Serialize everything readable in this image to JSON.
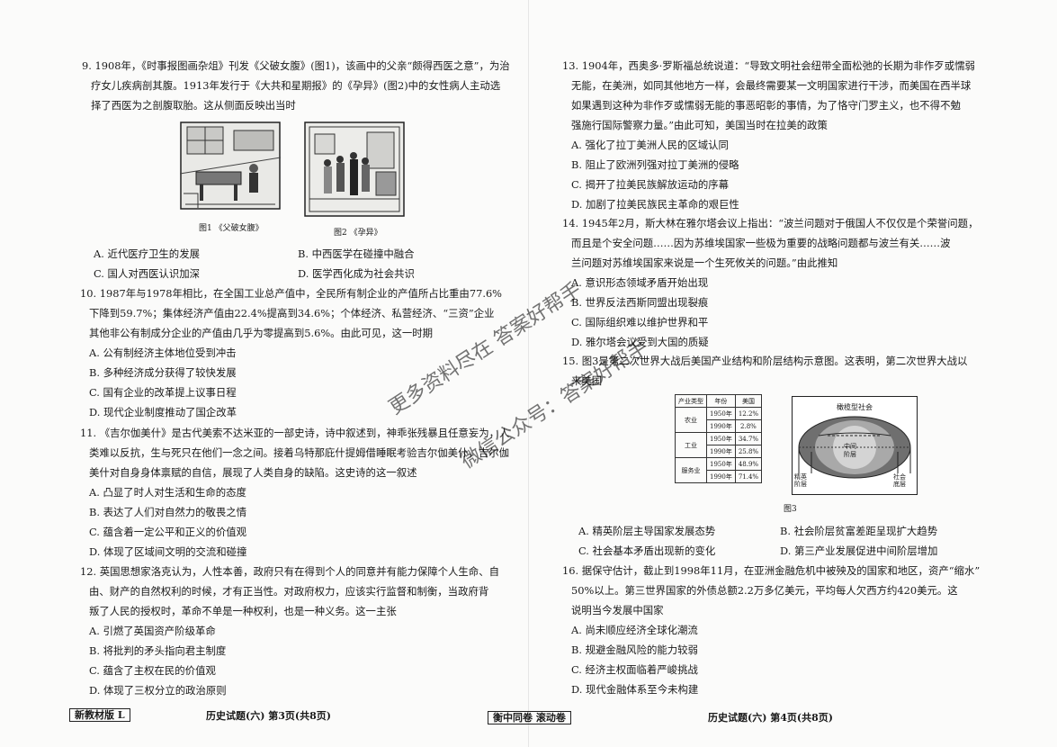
{
  "left": {
    "q9": {
      "lines": [
        "9. 1908年，《时事报图画杂俎》刊发《父破女腹》(图1)，该画中的父亲“颇得西医之意”，为治",
        "疗女儿疾病剖其腹。1913年发行于《大共和星期报》的《孕异》(图2)中的女性病人主动选",
        "择了西医为之剖腹取胎。这从侧面反映出当时"
      ],
      "fig1_caption": "图1 《父破女腹》",
      "fig2_caption": "图2 《孕异》",
      "options": [
        "A. 近代医疗卫生的发展",
        "B. 中西医学在碰撞中融合",
        "C. 国人对西医认识加深",
        "D. 医学西化成为社会共识"
      ]
    },
    "q10": {
      "lines": [
        "10. 1987年与1978年相比，在全国工业总产值中，全民所有制企业的产值所占比重由77.6%",
        "下降到59.7%；集体经济产值由22.4%提高到34.6%；个体经济、私营经济、“三资”企业",
        "其他非公有制成分企业的产值由几乎为零提高到5.6%。由此可见，这一时期"
      ],
      "options": [
        "A. 公有制经济主体地位受到冲击",
        "B. 多种经济成分获得了较快发展",
        "C. 国有企业的改革提上议事日程",
        "D. 现代企业制度推动了国企改革"
      ]
    },
    "q11": {
      "lines": [
        "11. 《吉尔伽美什》是古代美索不达米亚的一部史诗，诗中叙述到，神乖张残暴且任意妄为，人",
        "类难以反抗，生与死只在他们一念之间。接着乌特那庇什提姆借睡眠考验吉尔伽美什，吉尔伽",
        "美什对自身身体禀赋的自信，展现了人类自身的缺陷。这史诗的这一叙述"
      ],
      "options": [
        "A. 凸显了时人对生活和生命的态度",
        "B. 表达了人们对自然力的敬畏之情",
        "C. 蕴含着一定公平和正义的价值观",
        "D. 体现了区域间文明的交流和碰撞"
      ]
    },
    "q12": {
      "lines": [
        "12. 英国思想家洛克认为，人性本善，政府只有在得到个人的同意并有能力保障个人生命、自",
        "由、财产的自然权利的时候，才有正当性。对政府权力，应该实行监督和制衡，当政府背",
        "叛了人民的授权时，革命不单是一种权利，也是一种义务。这一主张"
      ],
      "options": [
        "A. 引燃了英国资产阶级革命",
        "B. 将批判的矛头指向君主制度",
        "C. 蕴含了主权在民的价值观",
        "D. 体现了三权分立的政治原则"
      ]
    },
    "footer": {
      "badge": "新教材版 L",
      "page": "历史试题(六)  第3页(共8页)"
    }
  },
  "right": {
    "q13": {
      "lines": [
        "13. 1904年，西奥多·罗斯福总统说道：“导致文明社会纽带全面松弛的长期为非作歹或懦弱",
        "无能，在美洲，如同其他地方一样，会最终需要某一文明国家进行干涉，而美国在西半球",
        "如果遇到这种为非作歹或懦弱无能的事恶昭彰的事情，为了恪守门罗主义，也不得不勉",
        "强施行国际警察力量。”由此可知，美国当时在拉美的政策"
      ],
      "options": [
        "A. 强化了拉丁美洲人民的区域认同",
        "B. 阻止了欧洲列强对拉丁美洲的侵略",
        "C. 揭开了拉美民族解放运动的序幕",
        "D. 加剧了拉美民族民主革命的艰巨性"
      ]
    },
    "q14": {
      "lines": [
        "14. 1945年2月，斯大林在雅尔塔会议上指出：“波兰问题对于俄国人不仅仅是个荣誉问题，",
        "而且是个安全问题……因为苏维埃国家一些极为重要的战略问题都与波兰有关……波",
        "兰问题对苏维埃国家来说是一个生死攸关的问题。”由此推知"
      ],
      "options": [
        "A. 意识形态领域矛盾开始出现",
        "B. 世界反法西斯同盟出现裂痕",
        "C. 国际组织难以维护世界和平",
        "D. 雅尔塔会议受到大国的质疑"
      ]
    },
    "q15": {
      "lines": [
        "15. 图3是第二次世界大战后美国产业结构和阶层结构示意图。这表明，第二次世界大战以",
        "来美国"
      ],
      "table": {
        "headers": [
          "产业类型",
          "年份",
          "美国"
        ],
        "rows": [
          {
            "industry": "农业",
            "year": "1950年",
            "value": "12.2%"
          },
          {
            "industry": "",
            "year": "1990年",
            "value": "2.8%"
          },
          {
            "industry": "工业",
            "year": "1950年",
            "value": "34.7%"
          },
          {
            "industry": "",
            "year": "1990年",
            "value": "25.8%"
          },
          {
            "industry": "服务业",
            "year": "1950年",
            "value": "48.9%"
          },
          {
            "industry": "",
            "year": "1990年",
            "value": "71.4%"
          }
        ]
      },
      "diagram": {
        "title": "橄榄型社会",
        "middle": [
          "中间",
          "阶层"
        ],
        "left": [
          "精英",
          "阶层"
        ],
        "right": [
          "社会",
          "底层"
        ]
      },
      "fig3_caption": "图3",
      "options": [
        "A. 精英阶层主导国家发展态势",
        "B. 社会阶层贫富差距呈现扩大趋势",
        "C. 社会基本矛盾出现新的变化",
        "D. 第三产业发展促进中间阶层增加"
      ]
    },
    "q16": {
      "lines": [
        "16. 据保守估计，截止到1998年11月，在亚洲金融危机中被殃及的国家和地区，资产“缩水”",
        "50%以上。第三世界国家的外债总额2.2万多亿美元，平均每人欠西方约420美元。这",
        "说明当今发展中国家"
      ],
      "options": [
        "A. 尚未顺应经济全球化潮流",
        "B. 规避金融风险的能力较弱",
        "C. 经济主权面临着严峻挑战",
        "D. 现代金融体系至今未构建"
      ]
    },
    "footer": {
      "badge": "衡中同卷  滚动卷",
      "page": "历史试题(六)  第4页(共8页)"
    }
  },
  "watermarks": {
    "line1": "更多资料尽在 答案好帮手",
    "line2": "微信公众号：答案好帮手"
  }
}
